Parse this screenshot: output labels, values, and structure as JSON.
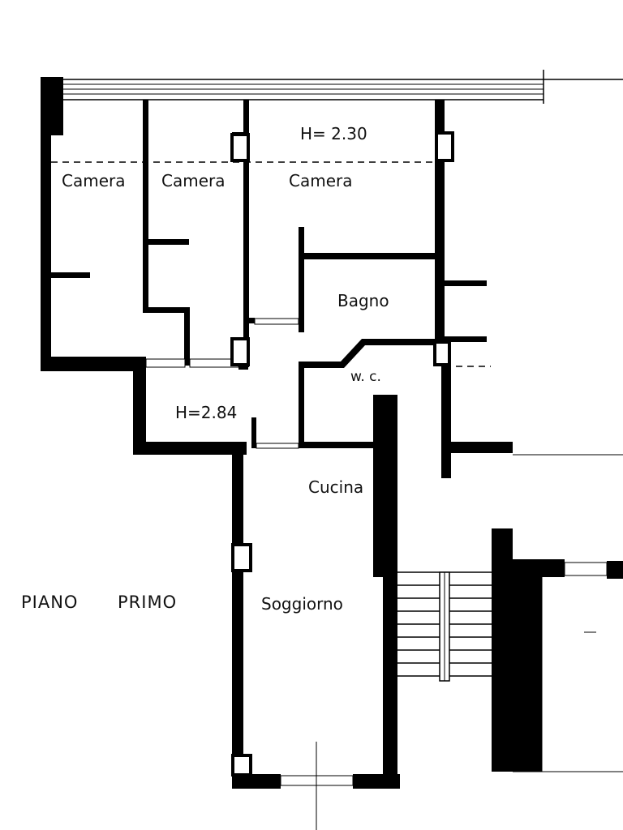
{
  "plan": {
    "title_left": "PIANO",
    "title_right": "PRIMO",
    "height_upper": "H= 2.30",
    "height_lower": "H=2.84",
    "rooms": {
      "camera_1": "Camera",
      "camera_2": "Camera",
      "camera_3": "Camera",
      "bagno": "Bagno",
      "wc": "w. c.",
      "cucina": "Cucina",
      "soggiorno": "Soggiorno"
    }
  }
}
